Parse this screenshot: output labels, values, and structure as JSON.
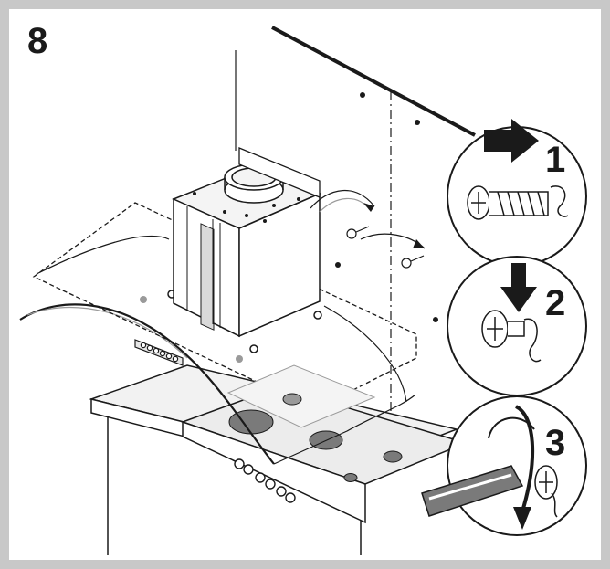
{
  "figure": {
    "step_number": "8",
    "callouts": [
      {
        "number": "1",
        "icon": "arrow-right-icon"
      },
      {
        "number": "2",
        "icon": "arrow-down-icon"
      },
      {
        "number": "3",
        "icon": "screwdriver-rotate-icon"
      }
    ],
    "colors": {
      "border": "#c8c8c8",
      "line": "#1a1a1a",
      "fill_grey": "#e6e6e6",
      "dark_grey": "#7a7a7a"
    }
  }
}
